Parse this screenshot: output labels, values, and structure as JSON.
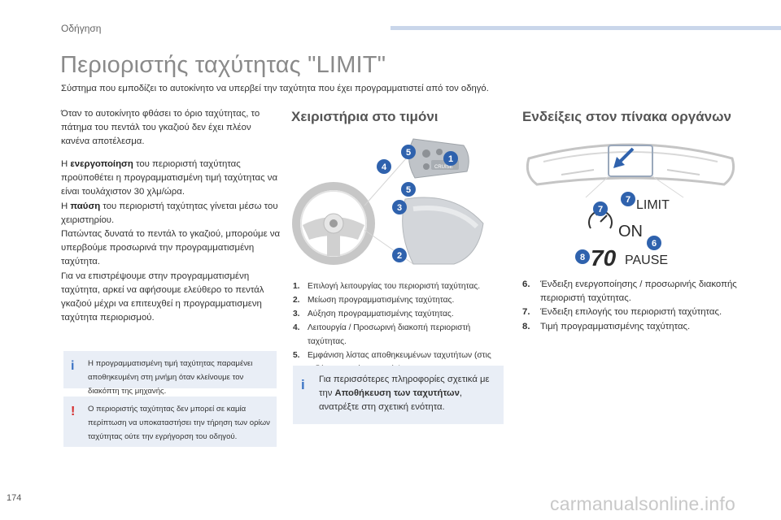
{
  "header": {
    "section": "Οδήγηση"
  },
  "title": "Περιοριστής ταχύτητας \"LIMIT\"",
  "subtitle": "Σύστημα που εμποδίζει το αυτοκίνητο να υπερβεί την ταχύτητα που έχει προγραμματιστεί από τον οδηγό.",
  "intro": {
    "p1": "Όταν το αυτοκίνητο φθάσει το όριο ταχύτητας, το πάτημα του πεντάλ του γκαζιού δεν έχει πλέον κανένα αποτέλεσμα.",
    "p2_a": "Η ",
    "p2_b": "ενεργοποίηση",
    "p2_c": " του περιοριστή ταχύτητας προϋποθέτει η προγραμματισμένη τιμή ταχύτητας να είναι τουλάχιστον 30 χλμ/ώρα.",
    "p3_a": "Η ",
    "p3_b": "παύση",
    "p3_c": " του περιοριστή ταχύτητας γίνεται μέσω του χειριστηρίου.",
    "p4": "Πατώντας δυνατά το πεντάλ το γκαζιού, μπορούμε να υπερβούμε προσωρινά την προγραμματισμένη ταχύτητα.",
    "p5": "Για να επιστρέψουμε στην προγραμματισμένη ταχύτητα, αρκεί να αφήσουμε ελεύθερο το πεντάλ γκαζιού μέχρι να επιτευχθεί η προγραμματισμενη ταχύτητα περιορισμού."
  },
  "note_info": "Η προγραμματισμένη τιμή ταχύτητας παραμένει αποθηκευμένη στη μνήμη όταν κλείνουμε τον διακόπτη της μηχανής.",
  "note_warning": "Ο περιοριστής ταχύτητας δεν μπορεί σε καμία περίπτωση να υποκαταστήσει την τήρηση των ορίων ταχύτητας ούτε την εγρήγορση του οδηγού.",
  "wheel": {
    "heading": "Χειριστήρια στο τιμόνι",
    "callouts": [
      "1",
      "2",
      "3",
      "4",
      "5",
      "5"
    ],
    "stalk_label": "CRUISE",
    "items": [
      {
        "num": "1.",
        "text": "Επιλογή λειτουργίας του περιοριστή ταχύτητας."
      },
      {
        "num": "2.",
        "text": "Μείωση προγραμματισμένης ταχύτητας."
      },
      {
        "num": "3.",
        "text": "Αύξηση προγραμματισμένης ταχύτητας."
      },
      {
        "num": "4.",
        "text": "Λειτουργία / Προσωρινή διακοπή περιοριστή ταχύτητας."
      },
      {
        "num": "5.",
        "text": "Εμφάνιση λίστας αποθηκευμένων ταχυτήτων (στις εκδόσεις με πίνακα αφής)."
      }
    ],
    "info_a": "Για περισσότερες πληροφορίες σχετικά με την ",
    "info_b": "Αποθήκευση των ταχυτήτων",
    "info_c": ", ανατρέξτε στη σχετική ενότητα."
  },
  "dash": {
    "heading": "Ενδείξεις στον πίνακα οργάνων",
    "limit_label": "LIMIT",
    "on_label": "ON",
    "speed_value": "70",
    "pause_label": "PAUSE",
    "callouts": [
      "6",
      "7",
      "7",
      "8"
    ],
    "items": [
      {
        "num": "6.",
        "text": "Ένδειξη ενεργοποίησης / προσωρινής διακοπής περιοριστή ταχύτητας."
      },
      {
        "num": "7.",
        "text": "Ένδειξη επιλογής του περιοριστή ταχύτητας."
      },
      {
        "num": "8.",
        "text": "Τιμή προγραμματισμένης ταχύτητας."
      }
    ]
  },
  "footer": {
    "page": "174",
    "watermark": "carmanualsonline.info"
  },
  "colors": {
    "accent_blue": "#2f62ad",
    "info_bg": "#e9eef6",
    "warning_red": "#d52b2b",
    "topbar": "#c9d6ea"
  }
}
